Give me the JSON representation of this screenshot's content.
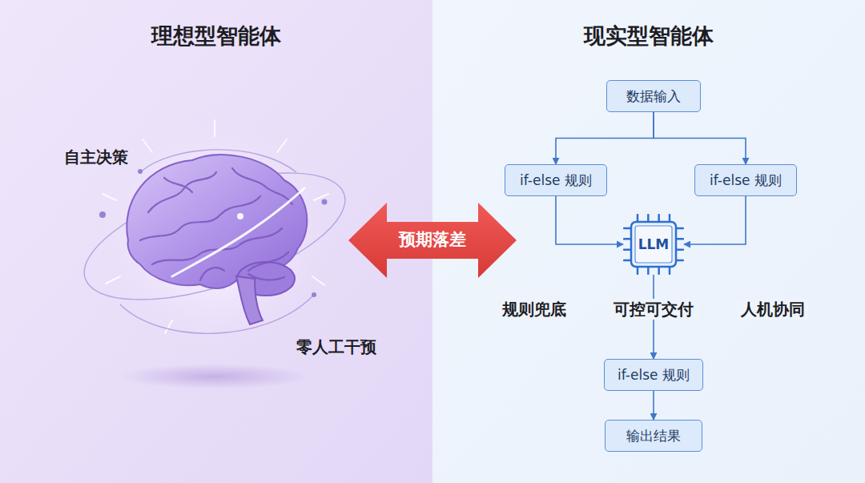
{
  "diagram": {
    "nodes": [
      {
        "text": [
          "数据输入"
        ]
      },
      {
        "text": [
          "if-else 规则"
        ]
      },
      {
        "text": [
          "if-else 规则"
        ]
      },
      {
        "text": [
          "LLM"
        ]
      },
      {
        "text": [
          "if-else 规则"
        ]
      },
      {
        "text": [
          "输出结果"
        ]
      },
      {
        "text": [
          "预期落差"
        ]
      }
    ],
    "edges": [
      {
        "from": 0,
        "to": 1,
        "arrow": "to"
      },
      {
        "from": 0,
        "to": 2,
        "arrow": "to"
      },
      {
        "from": 1,
        "to": 3,
        "arrow": "to"
      },
      {
        "from": 2,
        "to": 3,
        "arrow": "to"
      },
      {
        "from": 3,
        "to": 4,
        "arrow": "to"
      },
      {
        "from": 4,
        "to": 5,
        "arrow": "to"
      }
    ],
    "labels": [
      "理想型智能体",
      "现实型智能体",
      "自主决策",
      "零人工干预",
      "规则兜底",
      "可控可交付",
      "人机协同"
    ]
  }
}
